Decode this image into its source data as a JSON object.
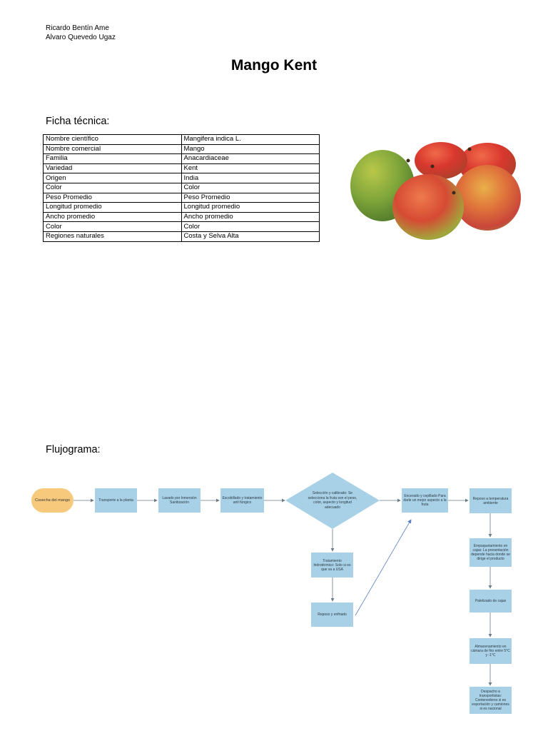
{
  "authors": [
    "Ricardo Bentín Ame",
    "Alvaro Quevedo Ugaz"
  ],
  "title": "Mango Kent",
  "ficha": {
    "heading": "Ficha técnica:",
    "rows": [
      [
        "Nombre científico",
        "Mangifera indica L."
      ],
      [
        "Nombre comercial",
        "Mango"
      ],
      [
        "Familia",
        "Anacardiaceae"
      ],
      [
        "Variedad",
        "Kent"
      ],
      [
        "Origen",
        "India"
      ],
      [
        "Color",
        "Color"
      ],
      [
        "Peso Promedio",
        "Peso Promedio"
      ],
      [
        "Longitud promedio",
        "Longitud promedio"
      ],
      [
        "Ancho promedio",
        "Ancho promedio"
      ],
      [
        "Color",
        "Color"
      ],
      [
        "Regiones naturales",
        "Costa y Selva Alta"
      ]
    ]
  },
  "flujograma": {
    "heading": "Flujograma:",
    "start": "Cosecha del mango",
    "transporte": "Transporte a la planta",
    "lavado": "Lavado por Inmersión Sanitización",
    "escobillado": "Escobillado y tratamiento anti fúngico",
    "seleccion": "Selección y calibrado: Se selecciona la fruta son el peso, color, aspecto y longitud adecuado",
    "hidrotermico": "Tratamiento hidrotérmico: Solo si es que va a USA",
    "reposo_enfriado": "Reposo y enfriado",
    "encerado": "Encerado y cepillado Para darle un mejor aspecto a la fruta",
    "reposo_ambiente": "Reposo a temperatura ambiente",
    "empaquetamiento": "Empaquetamiento en cajas: La presentación depende hacia donde se dirige el producto",
    "paletizado": "Paletizado de cajas",
    "almacenamiento": "Almacenamiento en cámara de frio entre 5°C y -1°C",
    "despacho": "Despacho a transportistas: Contenedores si es exportación y camiones si es nacional"
  },
  "colors": {
    "box": "#a8d1e7",
    "start": "#f7c97c",
    "arrow": "#6b7a86",
    "diag_arrow": "#5a7fc2"
  }
}
